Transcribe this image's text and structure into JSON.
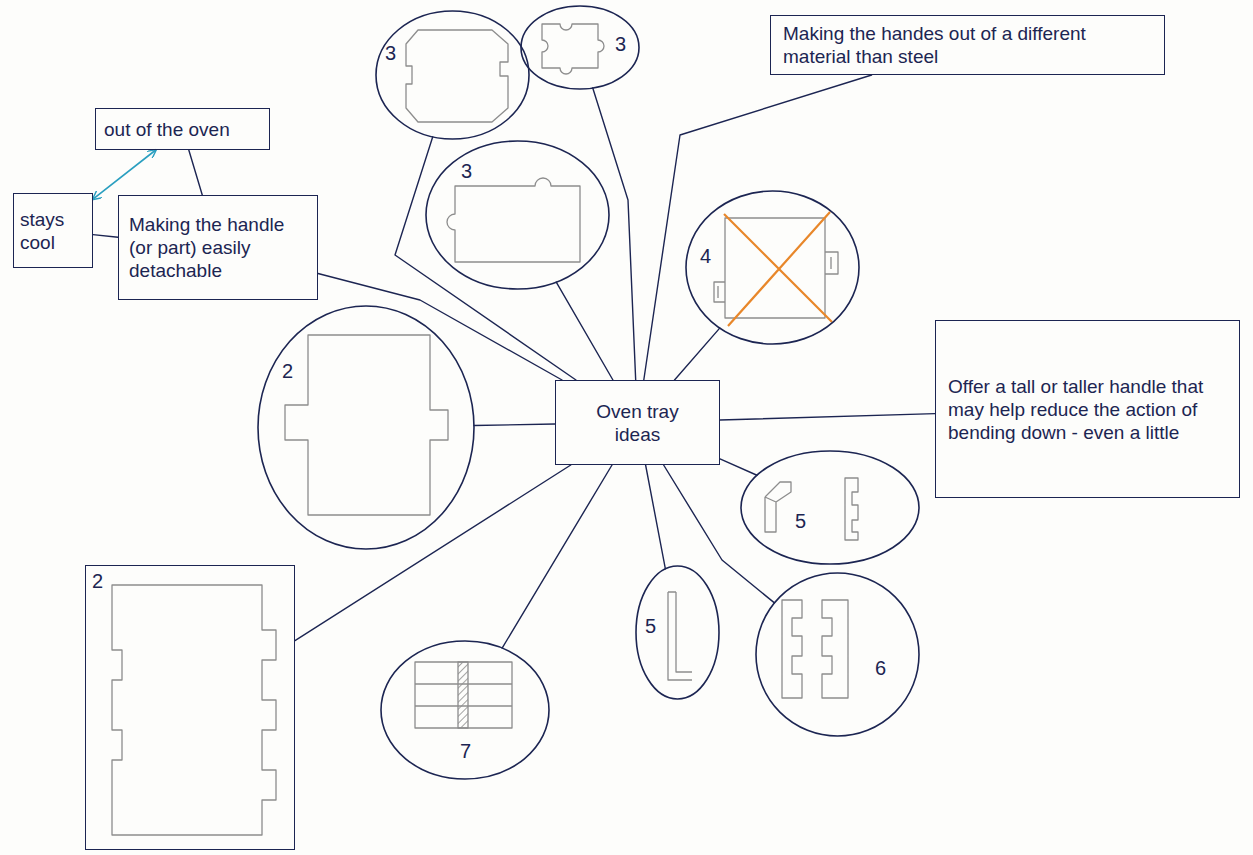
{
  "diagram": {
    "nodes": [
      {
        "text": [
          "out of the oven"
        ]
      },
      {
        "text": [
          "stays cool"
        ]
      },
      {
        "text": [
          "Making the handle (or part) easily detachable"
        ]
      },
      {
        "text": [
          "3"
        ]
      },
      {
        "text": [
          "3"
        ]
      },
      {
        "text": [
          "Making the handes out of a different material than steel"
        ]
      },
      {
        "text": [
          "3"
        ]
      },
      {
        "text": [
          "4"
        ]
      },
      {
        "text": [
          "2"
        ]
      },
      {
        "text": [
          "Oven tray ideas"
        ]
      },
      {
        "text": [
          "Offer a tall or taller handle that may help reduce the action of bending down - even a little"
        ]
      },
      {
        "text": [
          "5"
        ]
      },
      {
        "text": [
          "2"
        ]
      },
      {
        "text": [
          "5"
        ]
      },
      {
        "text": [
          "6"
        ]
      },
      {
        "text": [
          "7"
        ]
      }
    ],
    "edges": [
      {
        "from": 9,
        "to": 2,
        "arrow": "none"
      },
      {
        "from": 9,
        "to": 3,
        "arrow": "none"
      },
      {
        "from": 9,
        "to": 4,
        "arrow": "none"
      },
      {
        "from": 9,
        "to": 6,
        "arrow": "none"
      },
      {
        "from": 9,
        "to": 5,
        "arrow": "none"
      },
      {
        "from": 9,
        "to": 7,
        "arrow": "none"
      },
      {
        "from": 9,
        "to": 10,
        "arrow": "none"
      },
      {
        "from": 9,
        "to": 11,
        "arrow": "none"
      },
      {
        "from": 9,
        "to": 14,
        "arrow": "none"
      },
      {
        "from": 9,
        "to": 13,
        "arrow": "none"
      },
      {
        "from": 9,
        "to": 15,
        "arrow": "none"
      },
      {
        "from": 9,
        "to": 12,
        "arrow": "none"
      },
      {
        "from": 9,
        "to": 8,
        "arrow": "none"
      },
      {
        "from": 2,
        "to": 0,
        "arrow": "none"
      },
      {
        "from": 2,
        "to": 1,
        "arrow": "none"
      },
      {
        "from": 1,
        "to": 0,
        "arrow": "both"
      }
    ]
  }
}
